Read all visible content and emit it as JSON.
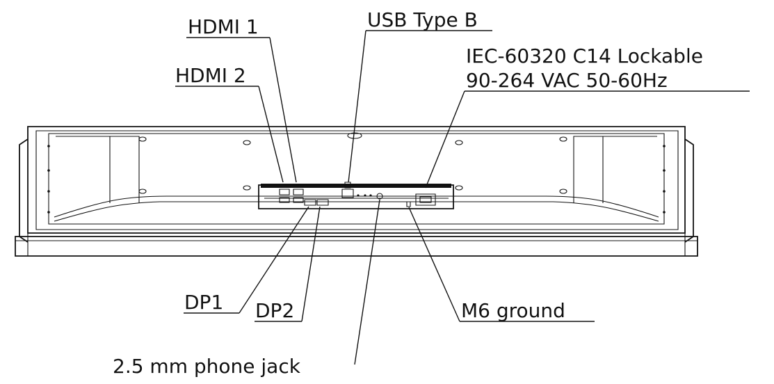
{
  "diagram": {
    "labels": {
      "hdmi1": "HDMI 1",
      "hdmi2": "HDMI 2",
      "usb_type_b": "USB Type B",
      "iec_line1": "IEC-60320 C14 Lockable",
      "iec_line2": "90-264 VAC 50-60Hz",
      "dp1": "DP1",
      "dp2": "DP2",
      "m6_ground": "M6 ground",
      "phone_jack": "2.5 mm phone jack"
    },
    "colors": {
      "line": "#111111",
      "background": "#ffffff"
    }
  }
}
